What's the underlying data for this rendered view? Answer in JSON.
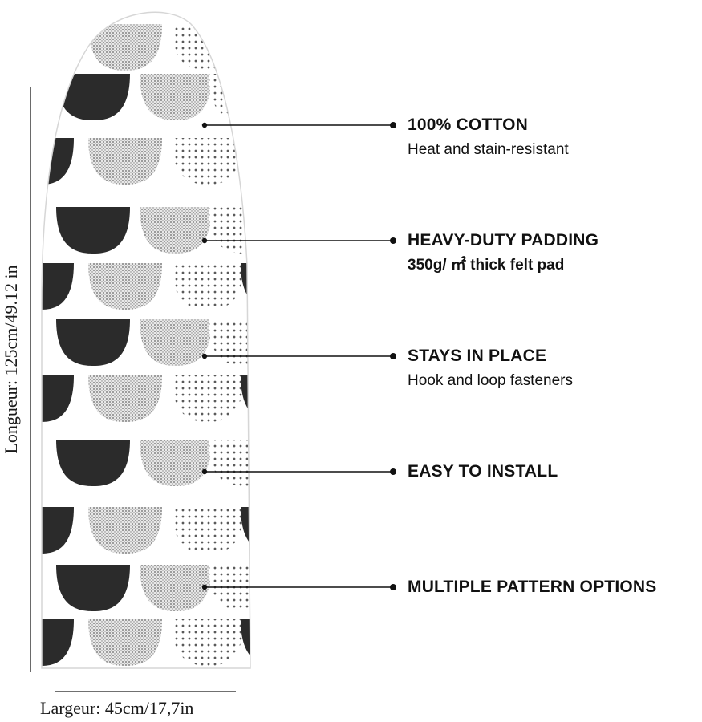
{
  "dimensions": {
    "length": "Longueur: 125cm/49.12 in",
    "width": "Largeur: 45cm/17,7in"
  },
  "features": [
    {
      "title": "100% COTTON",
      "subtitle": "Heat and stain-resistant"
    },
    {
      "title": "HEAVY-DUTY PADDING",
      "subtitle": "350g/ ㎡ thick felt pad"
    },
    {
      "title": "STAYS IN PLACE",
      "subtitle": "Hook and loop fasteners"
    },
    {
      "title": "EASY TO INSTALL",
      "subtitle": ""
    },
    {
      "title": "MULTIPLE PATTERN OPTIONS",
      "subtitle": ""
    }
  ],
  "colors": {
    "ink": "#111111",
    "solid_fill": "#2b2b2b",
    "board_bg": "#ffffff"
  }
}
